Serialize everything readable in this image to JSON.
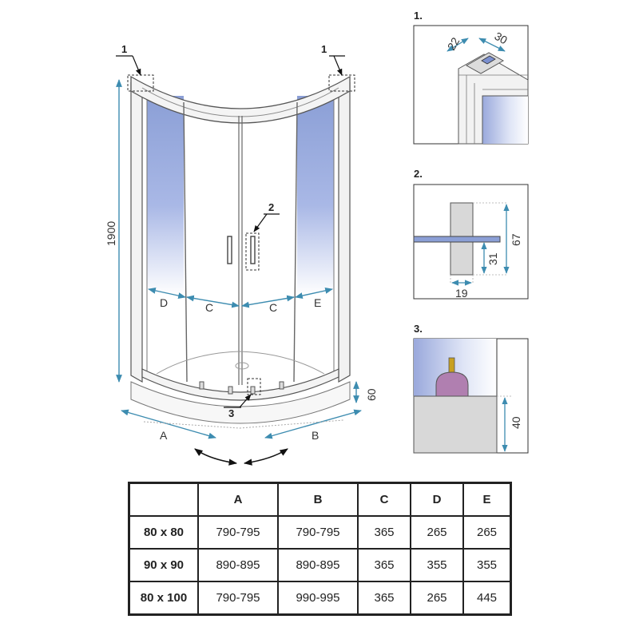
{
  "main_view": {
    "label_1_left": "1",
    "label_1_right": "1",
    "label_2": "2",
    "label_3": "3",
    "height": "1900",
    "tray_height": "60",
    "dim_a": "A",
    "dim_b": "B",
    "dim_c_left": "C",
    "dim_c_right": "C",
    "dim_d": "D",
    "dim_e": "E"
  },
  "detail_1": {
    "title": "1.",
    "dim_22": "22",
    "dim_30": "30"
  },
  "detail_2": {
    "title": "2.",
    "dim_67": "67",
    "dim_31": "31",
    "dim_19": "19"
  },
  "detail_3": {
    "title": "3.",
    "dim_40": "40"
  },
  "table": {
    "headers": [
      "",
      "A",
      "B",
      "C",
      "D",
      "E"
    ],
    "rows": [
      [
        "80 x 80",
        "790-795",
        "790-795",
        "365",
        "265",
        "265"
      ],
      [
        "90 x 90",
        "890-895",
        "890-895",
        "365",
        "355",
        "355"
      ],
      [
        "80 x 100",
        "790-795",
        "990-995",
        "365",
        "265",
        "445"
      ]
    ]
  },
  "colors": {
    "dimension": "#3d8cb0",
    "glass": "#8b9fd6",
    "knob": "#b07fb0",
    "seal": "#c8a020"
  }
}
